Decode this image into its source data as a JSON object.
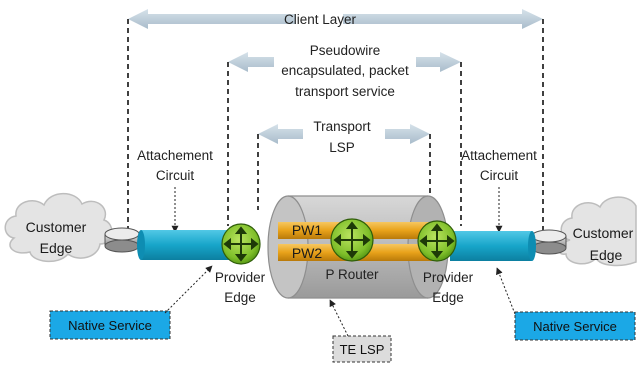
{
  "diagram": {
    "client_layer": "Client Layer",
    "pseudowire": {
      "line1": "Pseudowire",
      "line2": "encapsulated, packet",
      "line3": "transport service"
    },
    "transport": {
      "line1": "Transport",
      "line2": "LSP"
    },
    "attachment_left": {
      "line1": "Attachement",
      "line2": "Circuit"
    },
    "attachment_right": {
      "line1": "Attachement",
      "line2": "Circuit"
    },
    "customer_edge_left": {
      "line1": "Customer",
      "line2": "Edge"
    },
    "customer_edge_right": {
      "line1": "Customer",
      "line2": "Edge"
    },
    "provider_edge_left": {
      "line1": "Provider",
      "line2": "Edge"
    },
    "provider_edge_right": {
      "line1": "Provider",
      "line2": "Edge"
    },
    "p_router": "P Router",
    "pw1": "PW1",
    "pw2": "PW2",
    "native_service_left": "Native Service",
    "native_service_right": "Native Service",
    "te_lsp": "TE LSP",
    "colors": {
      "native_service_box": "#1ba8e6",
      "attachment_tube": "#17a5c9",
      "router_green": "#7fbf2a",
      "pw_tube": "#e8a21a",
      "arrow": "#b8c8d4"
    }
  }
}
